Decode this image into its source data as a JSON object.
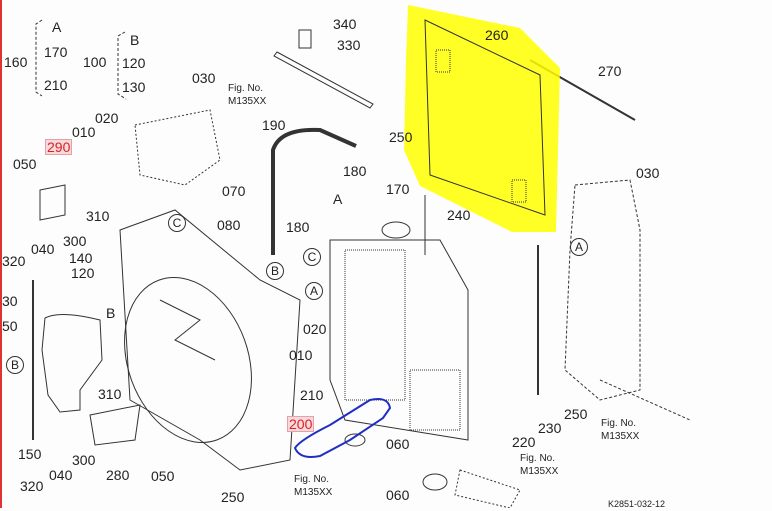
{
  "diagram_id": "K2851-032-12",
  "highlight_color": "#ffff00",
  "annotation_color": "#1f2fc4",
  "fig_ref": [
    "Fig. No.",
    "M135XX"
  ],
  "labels": [
    "A",
    "170",
    "210",
    "160",
    "B",
    "120",
    "130",
    "100",
    "340",
    "330",
    "030",
    "260",
    "270",
    "250",
    "190",
    "180",
    "180",
    "170",
    "240",
    "030",
    "020",
    "010",
    "290",
    "050",
    "310",
    "300",
    "040",
    "320",
    "140",
    "120",
    "070",
    "080",
    "A",
    "C",
    "C",
    "B",
    "30",
    "50",
    "B",
    "B",
    "310",
    "150",
    "040",
    "300",
    "320",
    "280",
    "050",
    "250",
    "A",
    "020",
    "010",
    "210",
    "200",
    "060",
    "060",
    "220",
    "230",
    "250",
    "A"
  ]
}
